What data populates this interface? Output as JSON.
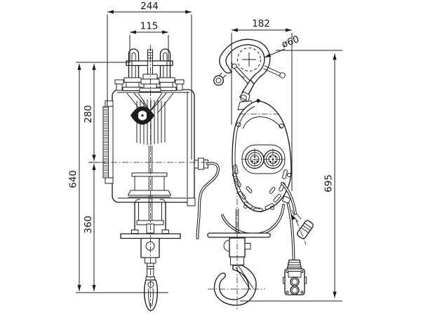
{
  "drawing": {
    "type": "technical-outline-drawing",
    "subject": "electric wire-rope mini hoist, front view and side view",
    "background_color": "#ffffff",
    "line_color": "#1c1c1c",
    "dimensions": {
      "overall_width": {
        "value": "244",
        "view": "front",
        "orientation": "horizontal"
      },
      "suspension_width": {
        "value": "115",
        "view": "front",
        "orientation": "horizontal"
      },
      "upper_height": {
        "value": "280",
        "view": "front",
        "orientation": "vertical"
      },
      "total_height": {
        "value": "640",
        "view": "front",
        "orientation": "vertical"
      },
      "lower_height": {
        "value": "360",
        "view": "front",
        "orientation": "vertical"
      },
      "side_width": {
        "value": "182",
        "view": "side",
        "orientation": "horizontal"
      },
      "hook_opening": {
        "value": "ø60",
        "view": "side",
        "orientation": "leader"
      },
      "side_height": {
        "value": "695",
        "view": "side",
        "orientation": "vertical"
      }
    }
  }
}
